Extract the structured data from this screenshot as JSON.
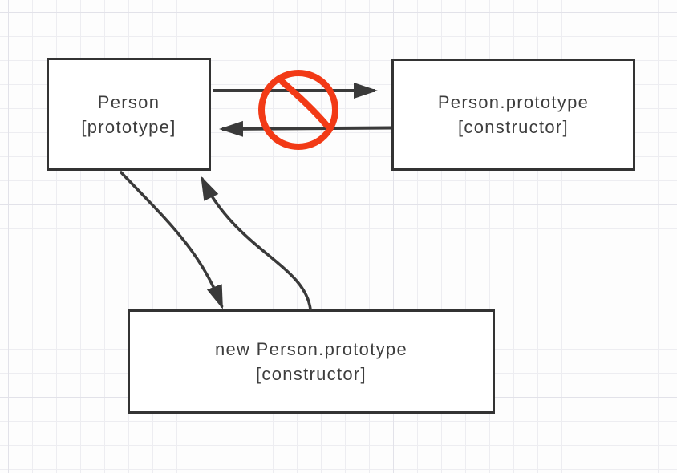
{
  "diagram": {
    "nodes": {
      "person": {
        "title": "Person",
        "subtitle": "[prototype]"
      },
      "person_prototype": {
        "title": "Person.prototype",
        "subtitle": "[constructor]"
      },
      "new_person_prototype": {
        "title": "new Person.prototype",
        "subtitle": "[constructor]"
      }
    },
    "connectors": {
      "person_to_prototype": "arrow-right",
      "prototype_to_person": "arrow-left",
      "person_to_new_instance": "curved-arrow-down",
      "new_instance_to_person": "curved-arrow-up"
    },
    "icons": {
      "prohibition": "prohibition-icon"
    },
    "colors": {
      "box_border": "#333333",
      "box_fill": "#ffffff",
      "text": "#3d3d3d",
      "arrow": "#3a3a3a",
      "prohibition_red": "#f23a16",
      "grid_line": "#ededf1",
      "grid_line_major": "#e2e2e9",
      "canvas_bg": "#fdfdfd"
    }
  }
}
